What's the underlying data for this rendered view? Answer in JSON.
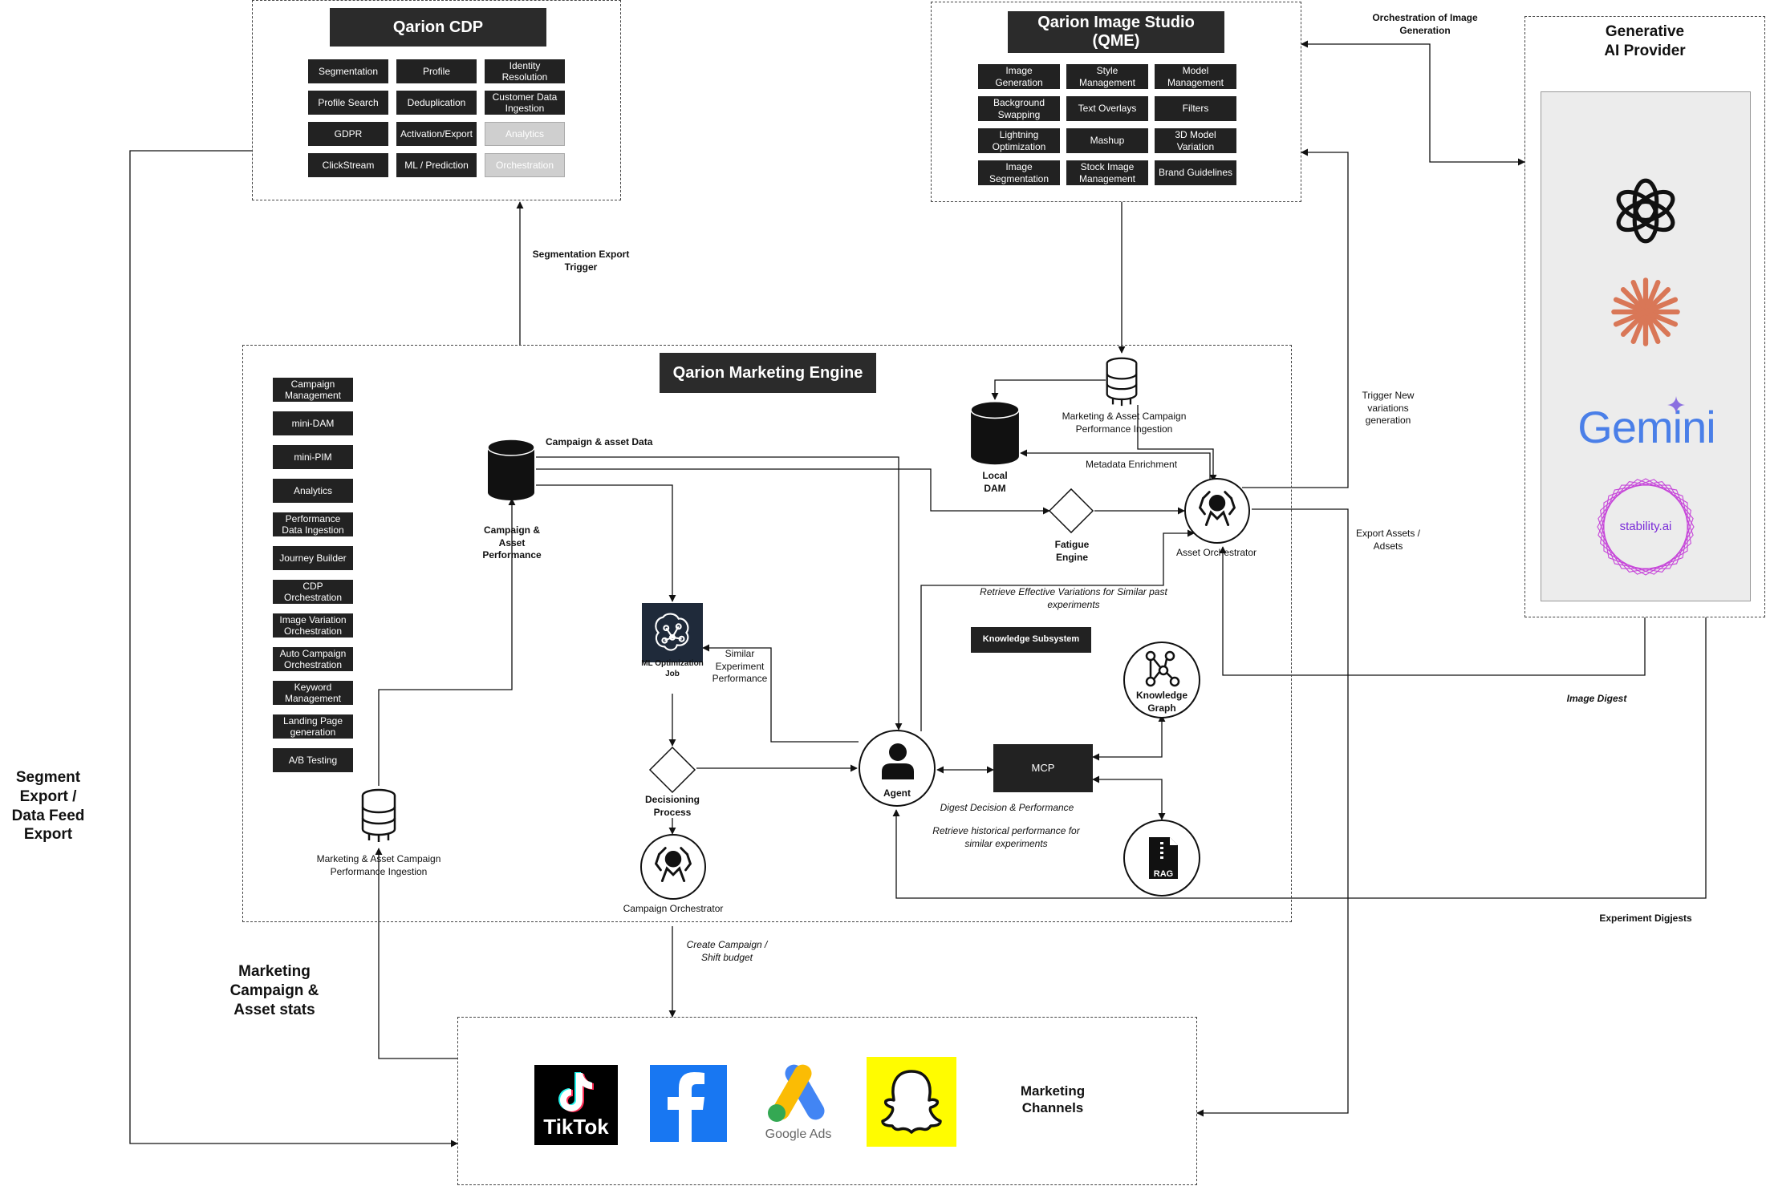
{
  "cdp": {
    "title": "Qarion CDP",
    "capabilities": [
      "Segmentation",
      "Profile",
      "Identity Resolution",
      "Profile Search",
      "Deduplication",
      "Customer Data Ingestion",
      "GDPR",
      "Activation/Export",
      "Analytics",
      "ClickStream",
      "ML / Prediction",
      "Orchestration"
    ]
  },
  "qme": {
    "title": "Qarion Image Studio (QME)",
    "capabilities": [
      "Image Generation",
      "Style Management",
      "Model Management",
      "Background Swapping",
      "Text Overlays",
      "Filters",
      "Lightning Optimization",
      "Mashup",
      "3D Model Variation",
      "Image Segmentation",
      "Stock Image Management",
      "Brand Guidelines"
    ]
  },
  "provider": {
    "title": "Generative AI Provider",
    "gemini_label": "Gemini",
    "stability_label": "stability.ai"
  },
  "engine": {
    "title": "Qarion Marketing Engine",
    "capabilities": [
      "Campaign Management",
      "mini-DAM",
      "mini-PIM",
      "Analytics",
      "Performance Data Ingestion",
      "Journey Builder",
      "CDP Orchestration",
      "Image Variation Orchestration",
      "Auto Campaign Orchestration",
      "Keyword Management",
      "Landing Page generation",
      "A/B Testing"
    ],
    "campaign_db_label": "Campaign & Asset Performance",
    "campaign_data_label": "Campaign & asset Data",
    "ml_job_label": "ML Optimization Job",
    "similar_label": "Similar Experiment Performance",
    "decisioning_label": "Decisioning Process",
    "campaign_orch_label": "Campaign Orchestrator",
    "ingestion_left_label": "Marketing  & Asset Campaign Performance Ingestion",
    "ingestion_top_label": "Marketing  & Asset Campaign Performance Ingestion",
    "local_dam_label": "Local DAM",
    "metadata_label": "Metadata Enrichment",
    "fatigue_label": "Fatigue Engine",
    "asset_orch_label": "Asset Orchestrator",
    "retrieve_variations_label": "Retrieve Effective Variations for Similar past experiments",
    "knowledge_subsystem_label": "Knowledge Subsystem",
    "knowledge_graph_label": "Knowledge Graph",
    "agent_label": "Agent",
    "mcp_label": "MCP",
    "rag_label": "RAG",
    "digest_label": "Digest Decision & Performance",
    "retrieve_hist_label": "Retrieve historical performance for similar experiments"
  },
  "flows": {
    "segmentation_trigger": "Segmentation Export Trigger",
    "orchestration_gen": "Orchestration of Image Generation",
    "trigger_variations": "Trigger New variations generation",
    "export_assets": "Export Assets / Adsets",
    "image_digest": "Image Digest",
    "experiment_digests": "Experiment Digjests",
    "create_campaign": "Create Campaign / Shift budget",
    "segment_export": "Segment Export / Data Feed Export",
    "marketing_stats": "Marketing Campaign  & Asset stats"
  },
  "channels": {
    "title": "Marketing Channels",
    "tiktok_label": "TikTok",
    "google_ads_label": "Google Ads"
  },
  "colors": {
    "dark_block": "#222222",
    "dim_block": "#cfcfcf",
    "facebook": "#1877f2",
    "snapchat": "#fffc00",
    "anthropic": "#d97757",
    "gemini": "#4a7fe8",
    "stability": "#9b2bd8"
  }
}
